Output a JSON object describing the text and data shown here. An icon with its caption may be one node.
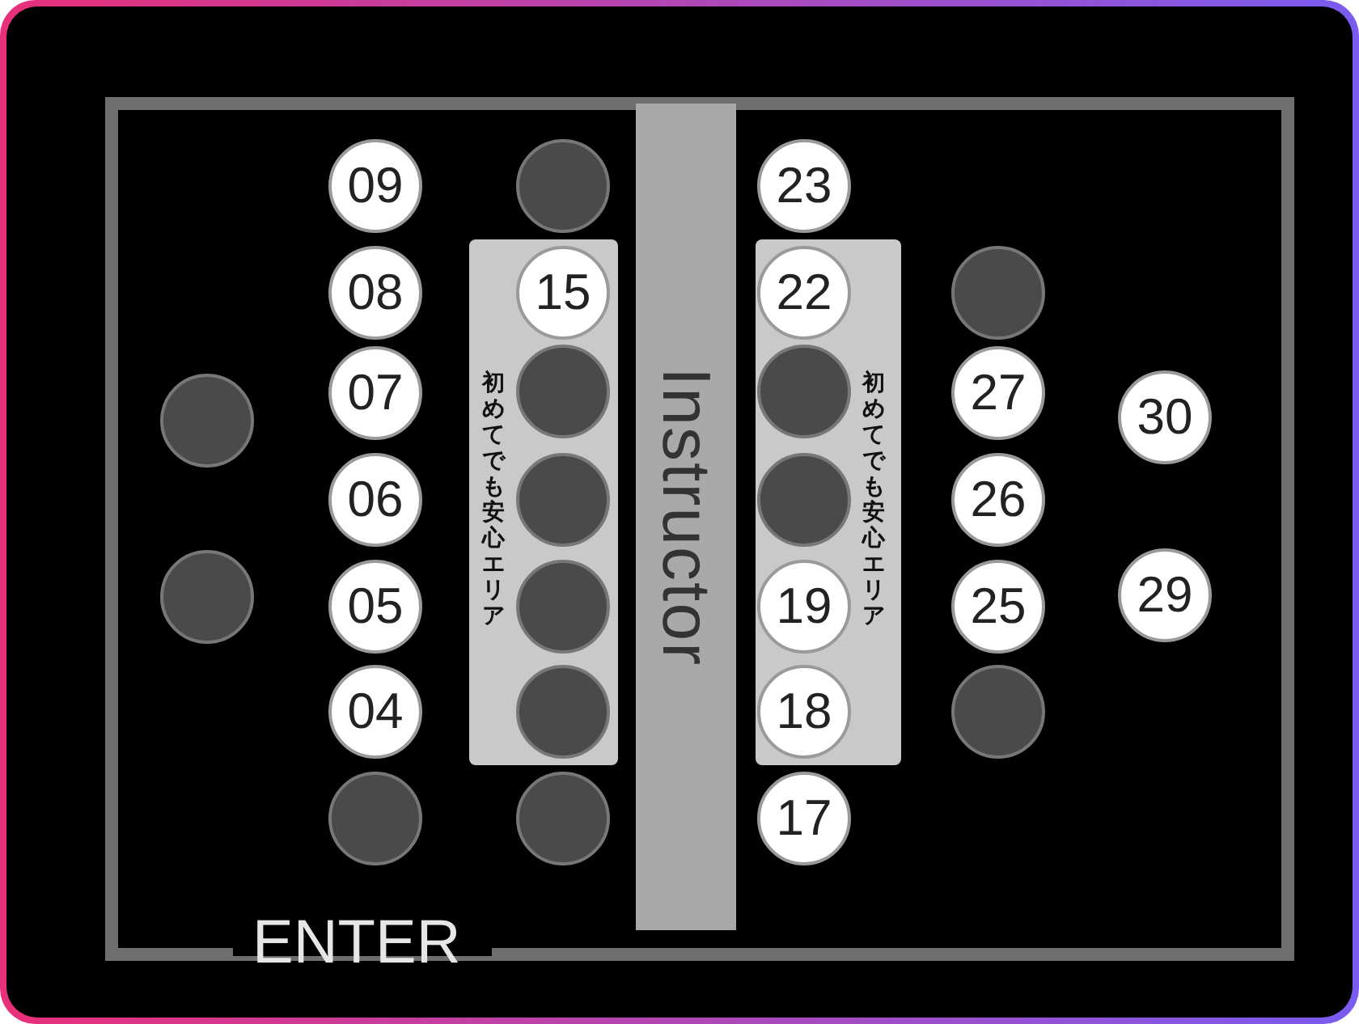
{
  "diagram": {
    "nodes": [
      {
        "text": [
          "Instructor"
        ]
      },
      {
        "text": [
          "初めてでも安心エリア"
        ]
      },
      {
        "text": [
          "初めてでも安心エリア"
        ]
      },
      {
        "text": [],
        "shape": "circle"
      },
      {
        "text": [],
        "shape": "circle"
      },
      {
        "text": [
          "09"
        ]
      },
      {
        "text": [
          "08"
        ]
      },
      {
        "text": [
          "07"
        ]
      },
      {
        "text": [
          "06"
        ]
      },
      {
        "text": [
          "05"
        ]
      },
      {
        "text": [
          "04"
        ]
      },
      {
        "text": [],
        "shape": "circle"
      },
      {
        "text": [],
        "shape": "circle"
      },
      {
        "text": [
          "15"
        ],
        "in": 1
      },
      {
        "text": [],
        "shape": "circle",
        "in": 1
      },
      {
        "text": [],
        "shape": "circle",
        "in": 1
      },
      {
        "text": [],
        "shape": "circle",
        "in": 1
      },
      {
        "text": [],
        "shape": "circle",
        "in": 1
      },
      {
        "text": [],
        "shape": "circle"
      },
      {
        "text": [
          "23"
        ]
      },
      {
        "text": [
          "22"
        ],
        "in": 2
      },
      {
        "text": [],
        "shape": "circle",
        "in": 2
      },
      {
        "text": [],
        "shape": "circle",
        "in": 2
      },
      {
        "text": [
          "19"
        ],
        "in": 2
      },
      {
        "text": [
          "18"
        ],
        "in": 2
      },
      {
        "text": [
          "17"
        ]
      },
      {
        "text": [],
        "shape": "circle"
      },
      {
        "text": [
          "27"
        ]
      },
      {
        "text": [
          "26"
        ]
      },
      {
        "text": [
          "25"
        ]
      },
      {
        "text": [],
        "shape": "circle"
      },
      {
        "text": [
          "30"
        ]
      },
      {
        "text": [
          "29"
        ]
      }
    ],
    "edges": [],
    "labels": [
      "ENTER"
    ]
  }
}
